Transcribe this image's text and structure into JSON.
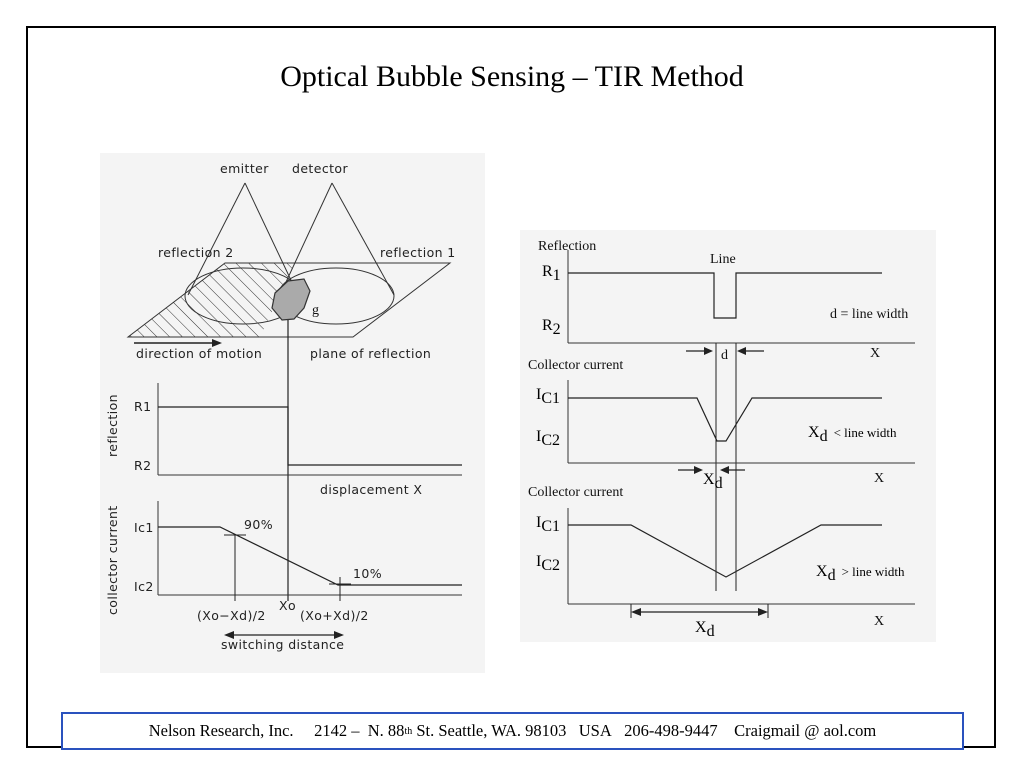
{
  "slide": {
    "title": "Optical Bubble Sensing – TIR Method"
  },
  "left_figure": {
    "emitter_label": "emitter",
    "detector_label": "detector",
    "reflection2_label": "reflection 2",
    "reflection1_label": "reflection 1",
    "bubble_label": "g",
    "direction_label": "direction of motion",
    "plane_label": "plane of reflection",
    "reflection_axis_label": "reflection",
    "r1_label": "R1",
    "r2_label": "R2",
    "displacement_label": "displacement  X",
    "collector_axis_label": "collector current",
    "ic1_label": "Ic1",
    "ic2_label": "Ic2",
    "pct90_label": "90%",
    "pct10_label": "10%",
    "xo_minus_label": "(Xo−Xd)/2",
    "xo_label": "Xo",
    "xo_plus_label": "(Xo+Xd)/2",
    "switching_label": "switching  distance"
  },
  "right_figure": {
    "reflection_label": "Reflection",
    "line_label": "Line",
    "r_label": "R",
    "r1_sub": "1",
    "r2_sub": "2",
    "d_eq_label": "d = line width",
    "d_label": "d",
    "x_label": "X",
    "collector_label": "Collector current",
    "i_label": "I",
    "ic1_sub": "C1",
    "ic2_sub": "C2",
    "xd_main": "X",
    "xd_sub": "d",
    "less_label": "< line width",
    "greater_label": "> line width"
  },
  "footer": {
    "company": "Nelson Research, Inc.",
    "address_pre": "2142 –  N. 88",
    "address_sup": "th",
    "address_post": " St. Seattle, WA. 98103",
    "country": "USA",
    "phone": "206-498-9447",
    "email": "Craigmail @ aol.com"
  }
}
